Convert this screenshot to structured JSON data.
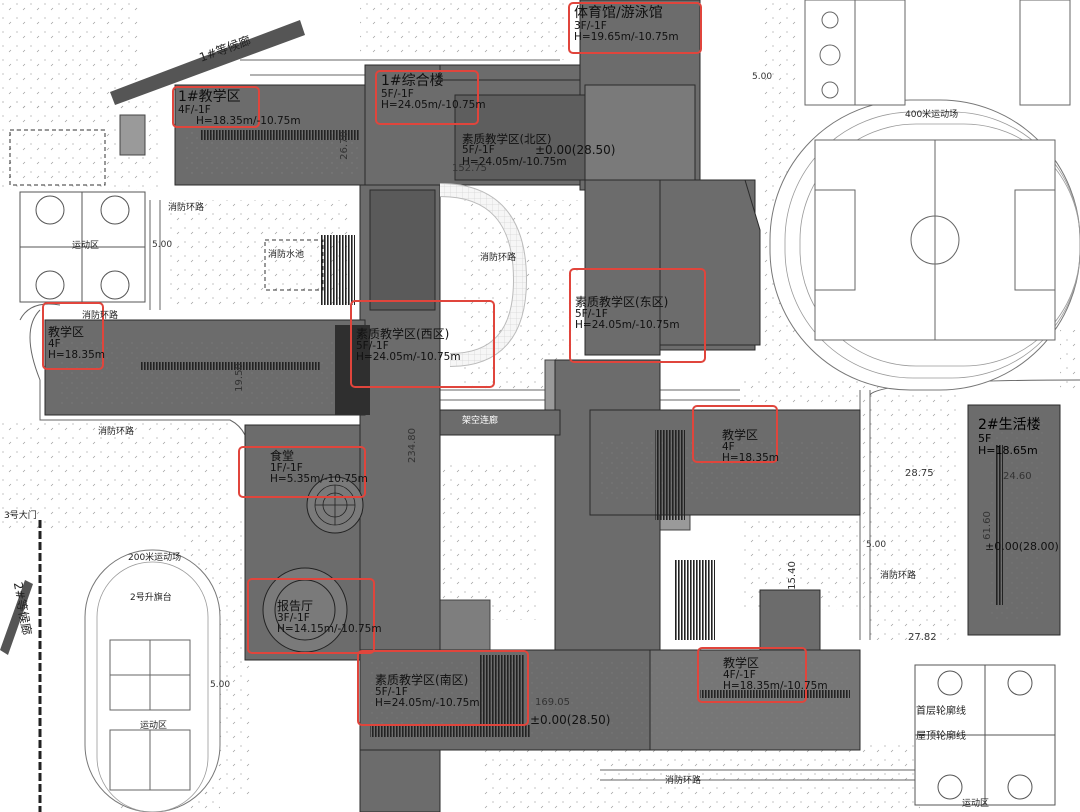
{
  "labels": {
    "teach_nw": {
      "name": "1#教学区",
      "floors": "4F/-1F",
      "height": "H=18.35m/-10.75m"
    },
    "complex": {
      "name": "1#综合楼",
      "floors": "5F/-1F",
      "height": "H=24.05m/-10.75m"
    },
    "gym": {
      "name": "体育馆/游泳馆",
      "floors": "3F/-1F",
      "height": "H=19.65m/-10.75m"
    },
    "quality_north": {
      "name": "素质教学区(北区)",
      "floors": "5F/-1F",
      "height": "H=24.05m/-10.75m"
    },
    "quality_west": {
      "name": "素质教学区(西区)",
      "floors": "5F/-1F",
      "height": "H=24.05m/-10.75m"
    },
    "quality_east": {
      "name": "素质教学区(东区)",
      "floors": "5F/-1F",
      "height": "H=24.05m/-10.75m"
    },
    "teach_west": {
      "name": "教学区",
      "floors": "4F",
      "height": "H=18.35m"
    },
    "canteen": {
      "name": "食堂",
      "floors": "1F/-1F",
      "height": "H=5.35m/-10.75m"
    },
    "teach_east": {
      "name": "教学区",
      "floors": "4F",
      "height": "H=18.35m"
    },
    "auditorium": {
      "name": "报告厅",
      "floors": "3F/-1F",
      "height": "H=14.15m/-10.75m"
    },
    "quality_south": {
      "name": "素质教学区(南区)",
      "floors": "5F/-1F",
      "height": "H=24.05m/-10.75m"
    },
    "teach_se": {
      "name": "教学区",
      "floors": "4F/-1F",
      "height": "H=18.35m/-10.75m"
    },
    "dorm": {
      "name": "2#生活楼",
      "floors": "5F",
      "height": "H=18.65m"
    }
  },
  "notes": {
    "track_400": "400米运动场",
    "track_200": "200米运动场",
    "sports_w": "运动区",
    "sports_sw": "运动区",
    "sports_se": "运动区",
    "fire_pool": "消防水池",
    "fire_road_1": "消防环路",
    "fire_road_2": "消防环路",
    "fire_road_3": "消防环路",
    "fire_road_4": "消防环路",
    "fire_road_5": "消防环路",
    "fire_road_6": "消防环路",
    "corridor": "架空连廊",
    "stage2": "2号升旗台",
    "gate3": "3号大门",
    "wait1": "1#等候廊",
    "wait2": "2#等候廊",
    "outline1": "首层轮廓线",
    "outline2": "屋顶轮廓线",
    "elev_n": "±0.00(28.50)",
    "elev_s": "±0.00(28.50)",
    "elev_e": "±0.00(28.00)"
  },
  "dims": {
    "d152": "152.75",
    "d169": "169.05",
    "d234": "234.80",
    "d2875": "28.75",
    "d2460": "24.60",
    "d6160": "61.60",
    "d2782": "27.82",
    "d500a": "5.00",
    "d500b": "5.00",
    "d500c": "5.00",
    "d500d": "5.00",
    "d1950": "19.50",
    "d1540": "15.40",
    "d2670": "26.70"
  },
  "colors": {
    "highlight": "#e0453c",
    "building": "#6c6c6c",
    "building_dark": "#4a4a4a",
    "roof_light": "#9a9a9a",
    "ground": "#ffffff"
  }
}
